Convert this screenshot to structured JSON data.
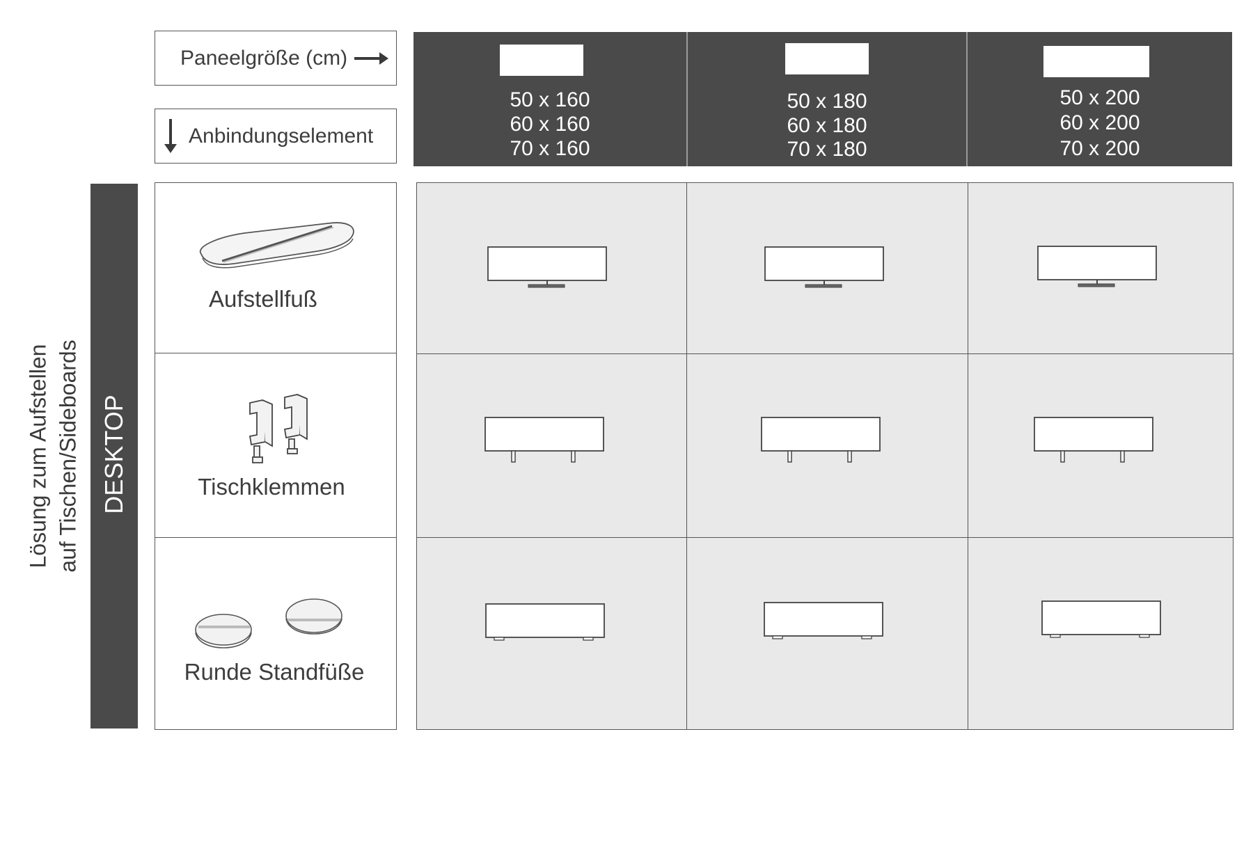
{
  "legend": {
    "panel_size_label": "Paneelgröße (cm)",
    "connection_label": "Anbindungselement"
  },
  "columns": [
    {
      "sizes": [
        "50 x 160",
        "60 x 160",
        "70 x 160"
      ]
    },
    {
      "sizes": [
        "50 x 180",
        "60 x 180",
        "70 x 180"
      ]
    },
    {
      "sizes": [
        "50 x 200",
        "60 x 200",
        "70 x 200"
      ]
    }
  ],
  "category": {
    "title": "DESKTOP",
    "description_line1": "Lösung zum Aufstellen",
    "description_line2": "auf Tischen/Sideboards"
  },
  "rows": [
    {
      "label": "Aufstellfuß",
      "icon": "oval-foot-icon"
    },
    {
      "label": "Tischklemmen",
      "icon": "table-clamp-icon"
    },
    {
      "label": "Runde Standfüße",
      "icon": "round-feet-icon"
    }
  ],
  "colors": {
    "header_bg": "#4a4a4a",
    "grid_bg": "#e9e9e9",
    "line": "#555555"
  }
}
